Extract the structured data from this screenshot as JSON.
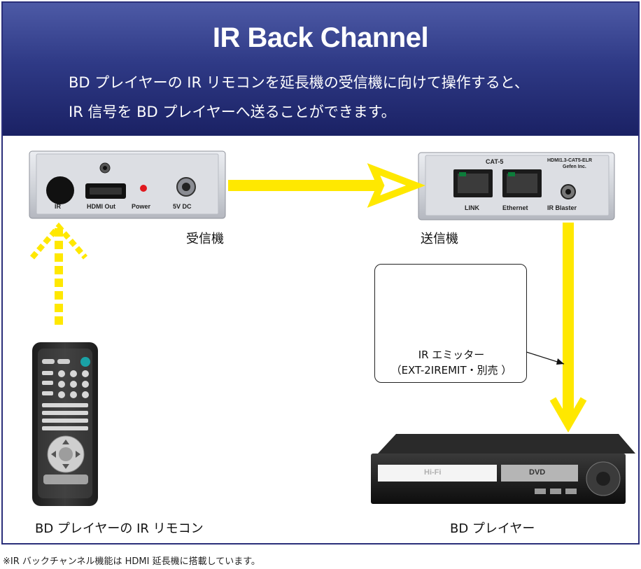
{
  "header": {
    "title": "IR Back Channel",
    "description_line1": "BD プレイヤーの IR リモコンを延長機の受信機に向けて操作すると、",
    "description_line2": "IR 信号を BD プレイヤーへ送ることができます。"
  },
  "receiver": {
    "label": "受信機",
    "ports": {
      "ir": "IR",
      "hdmi_out": "HDMI Out",
      "power": "Power",
      "dc": "5V DC"
    }
  },
  "sender": {
    "label": "送信機",
    "header": "CAT-5",
    "model_line1": "HDMI1.3-CAT5-ELR",
    "model_line2": "Gefen Inc.",
    "ports": {
      "link": "LINK",
      "ethernet": "Ethernet",
      "ir_blaster": "IR Blaster"
    }
  },
  "emitter": {
    "name": "IR エミッター",
    "model": "（EXT-2IREMIT・別売 ）"
  },
  "remote": {
    "label": "BD プレイヤーの IR リモコン"
  },
  "player": {
    "label": "BD プレイヤー",
    "display_left": "Hi-Fi",
    "display_right": "DVD"
  },
  "footnote": "※IR バックチャンネル機能は HDMI 延長機に搭載しています。",
  "colors": {
    "header_top": "#4d5aa6",
    "header_bottom": "#1a2164",
    "arrow_yellow": "#ffe800",
    "frame_border": "#2b2f7a"
  }
}
